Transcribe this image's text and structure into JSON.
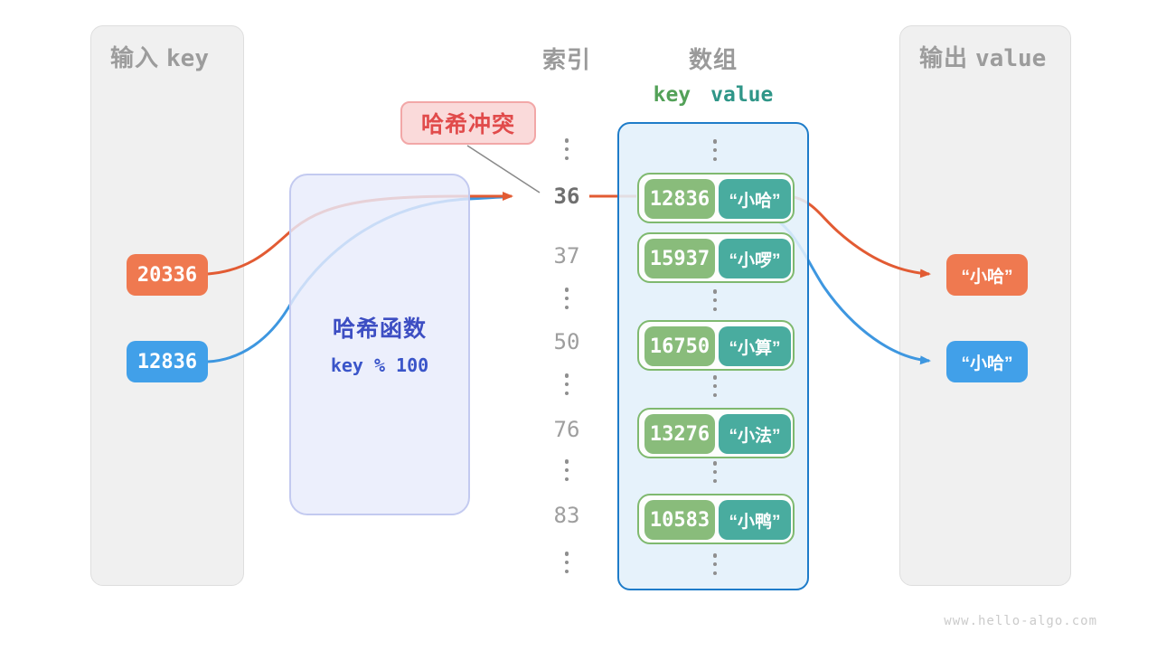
{
  "header": {
    "index_label": "索引",
    "array_label": "数组",
    "key_label": "key",
    "value_label": "value"
  },
  "input_panel": {
    "title_cjk": "输入",
    "title_latin": "key",
    "keys": [
      "20336",
      "12836"
    ]
  },
  "output_panel": {
    "title_cjk": "输出",
    "title_latin": "value",
    "values": [
      "“小哈”",
      "“小哈”"
    ]
  },
  "hash_function": {
    "title": "哈希函数",
    "formula": "key % 100"
  },
  "collision": {
    "label": "哈希冲突"
  },
  "index_column": {
    "values": [
      "36",
      "37",
      "50",
      "76",
      "83"
    ],
    "highlighted": "36"
  },
  "array": {
    "rows": [
      {
        "key": "12836",
        "value": "“小哈”"
      },
      {
        "key": "15937",
        "value": "“小啰”"
      },
      {
        "key": "16750",
        "value": "“小算”"
      },
      {
        "key": "13276",
        "value": "“小法”"
      },
      {
        "key": "10583",
        "value": "“小鸭”"
      }
    ]
  },
  "watermark": "www.hello-algo.com",
  "colors": {
    "orange": "#ef7950",
    "blue": "#41a0e9",
    "green": "#89bc7b",
    "teal": "#49ac9f",
    "indigo": "#3d4ec3",
    "red": "#e14b4b",
    "line_orange": "#e25b33",
    "line_blue": "#3e97e0",
    "panel_gray": "#f0f0f0",
    "array_blue_border": "#1e7cc9"
  }
}
